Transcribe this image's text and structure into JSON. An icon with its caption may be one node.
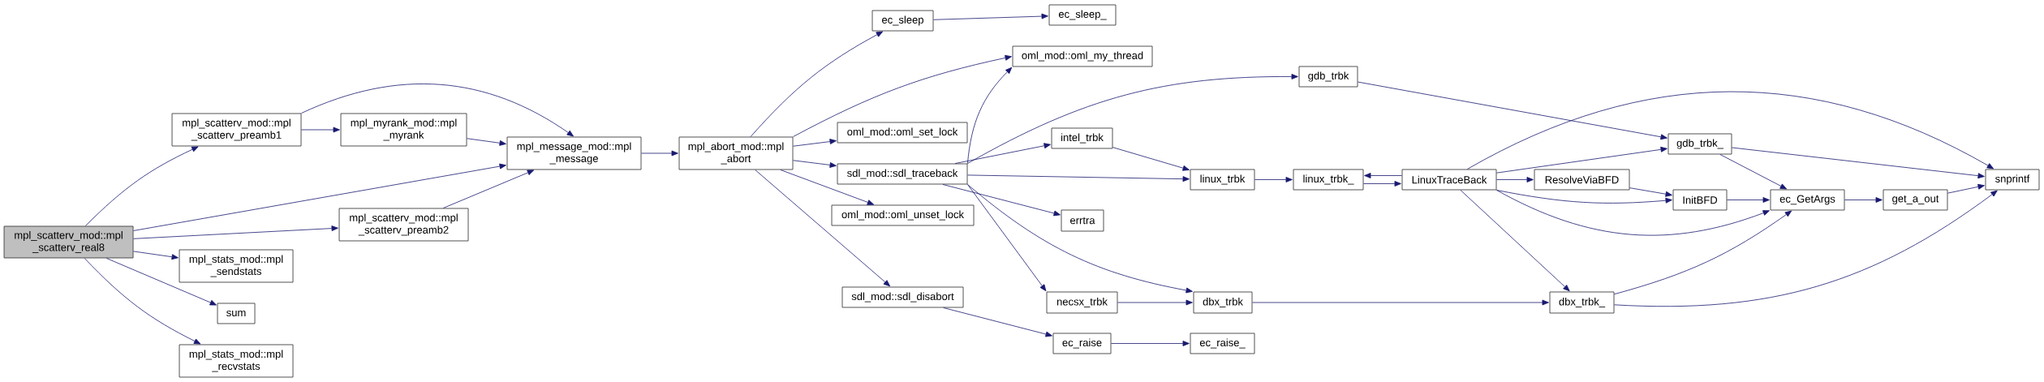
{
  "diagram": {
    "nodes": [
      {
        "text": [
          "mpl_scatterv_mod::mpl _scatterv_real8"
        ]
      },
      {
        "text": [
          "mpl_scatterv_mod::mpl _scatterv_preamb1"
        ]
      },
      {
        "text": [
          "mpl_myrank_mod::mpl _myrank"
        ]
      },
      {
        "text": [
          "mpl_message_mod::mpl _message"
        ]
      },
      {
        "text": [
          "mpl_scatterv_mod::mpl _scatterv_preamb2"
        ]
      },
      {
        "text": [
          "mpl_stats_mod::mpl _sendstats"
        ]
      },
      {
        "text": [
          "sum"
        ]
      },
      {
        "text": [
          "mpl_stats_mod::mpl _recvstats"
        ]
      },
      {
        "text": [
          "mpl_abort_mod::mpl _abort"
        ]
      },
      {
        "text": [
          "ec_sleep"
        ]
      },
      {
        "text": [
          "ec_sleep_"
        ]
      },
      {
        "text": [
          "oml_mod::oml_my_thread"
        ]
      },
      {
        "text": [
          "oml_mod::oml_set_lock"
        ]
      },
      {
        "text": [
          "sdl_mod::sdl_traceback"
        ]
      },
      {
        "text": [
          "oml_mod::oml_unset_lock"
        ]
      },
      {
        "text": [
          "sdl_mod::sdl_disabort"
        ]
      },
      {
        "text": [
          "gdb_trbk"
        ]
      },
      {
        "text": [
          "intel_trbk"
        ]
      },
      {
        "text": [
          "linux_trbk"
        ]
      },
      {
        "text": [
          "linux_trbk_"
        ]
      },
      {
        "text": [
          "LinuxTraceBack"
        ]
      },
      {
        "text": [
          "errtra"
        ]
      },
      {
        "text": [
          "ResolveViaBFD"
        ]
      },
      {
        "text": [
          "gdb_trbk_"
        ]
      },
      {
        "text": [
          "InitBFD"
        ]
      },
      {
        "text": [
          "necsx_trbk"
        ]
      },
      {
        "text": [
          "dbx_trbk"
        ]
      },
      {
        "text": [
          "dbx_trbk_"
        ]
      },
      {
        "text": [
          "ec_GetArgs"
        ]
      },
      {
        "text": [
          "ec_raise"
        ]
      },
      {
        "text": [
          "ec_raise_"
        ]
      },
      {
        "text": [
          "get_a_out"
        ]
      },
      {
        "text": [
          "snprintf"
        ]
      }
    ],
    "edges": [
      {
        "from": 0,
        "to": 1,
        "arrow": "to"
      },
      {
        "from": 0,
        "to": 3,
        "arrow": "to"
      },
      {
        "from": 0,
        "to": 4,
        "arrow": "to"
      },
      {
        "from": 0,
        "to": 5,
        "arrow": "to"
      },
      {
        "from": 0,
        "to": 6,
        "arrow": "to"
      },
      {
        "from": 0,
        "to": 7,
        "arrow": "to"
      },
      {
        "from": 1,
        "to": 3,
        "arrow": "to"
      },
      {
        "from": 1,
        "to": 2,
        "arrow": "to"
      },
      {
        "from": 2,
        "to": 3,
        "arrow": "to"
      },
      {
        "from": 4,
        "to": 3,
        "arrow": "to"
      },
      {
        "from": 3,
        "to": 8,
        "arrow": "to"
      },
      {
        "from": 8,
        "to": 9,
        "arrow": "to"
      },
      {
        "from": 8,
        "to": 11,
        "arrow": "to"
      },
      {
        "from": 8,
        "to": 12,
        "arrow": "to"
      },
      {
        "from": 8,
        "to": 13,
        "arrow": "to"
      },
      {
        "from": 8,
        "to": 14,
        "arrow": "to"
      },
      {
        "from": 8,
        "to": 15,
        "arrow": "to"
      },
      {
        "from": 9,
        "to": 10,
        "arrow": "to"
      },
      {
        "from": 13,
        "to": 11,
        "arrow": "to"
      },
      {
        "from": 13,
        "to": 16,
        "arrow": "to"
      },
      {
        "from": 13,
        "to": 17,
        "arrow": "to"
      },
      {
        "from": 13,
        "to": 18,
        "arrow": "to"
      },
      {
        "from": 13,
        "to": 21,
        "arrow": "to"
      },
      {
        "from": 13,
        "to": 25,
        "arrow": "to"
      },
      {
        "from": 13,
        "to": 26,
        "arrow": "to"
      },
      {
        "from": 15,
        "to": 29,
        "arrow": "to"
      },
      {
        "from": 29,
        "to": 30,
        "arrow": "to"
      },
      {
        "from": 16,
        "to": 23,
        "arrow": "to"
      },
      {
        "from": 17,
        "to": 18,
        "arrow": "to"
      },
      {
        "from": 18,
        "to": 19,
        "arrow": "to"
      },
      {
        "from": 19,
        "to": 20,
        "arrow": "to"
      },
      {
        "from": 20,
        "to": 19,
        "arrow": "to"
      },
      {
        "from": 20,
        "to": 32,
        "arrow": "to"
      },
      {
        "from": 20,
        "to": 23,
        "arrow": "to"
      },
      {
        "from": 20,
        "to": 22,
        "arrow": "to"
      },
      {
        "from": 20,
        "to": 24,
        "arrow": "to"
      },
      {
        "from": 20,
        "to": 28,
        "arrow": "to"
      },
      {
        "from": 20,
        "to": 27,
        "arrow": "to"
      },
      {
        "from": 22,
        "to": 24,
        "arrow": "to"
      },
      {
        "from": 23,
        "to": 28,
        "arrow": "to"
      },
      {
        "from": 23,
        "to": 32,
        "arrow": "to"
      },
      {
        "from": 24,
        "to": 28,
        "arrow": "to"
      },
      {
        "from": 25,
        "to": 26,
        "arrow": "to"
      },
      {
        "from": 26,
        "to": 27,
        "arrow": "to"
      },
      {
        "from": 27,
        "to": 28,
        "arrow": "to"
      },
      {
        "from": 27,
        "to": 32,
        "arrow": "to"
      },
      {
        "from": 28,
        "to": 31,
        "arrow": "to"
      },
      {
        "from": 31,
        "to": 32,
        "arrow": "to"
      }
    ]
  }
}
